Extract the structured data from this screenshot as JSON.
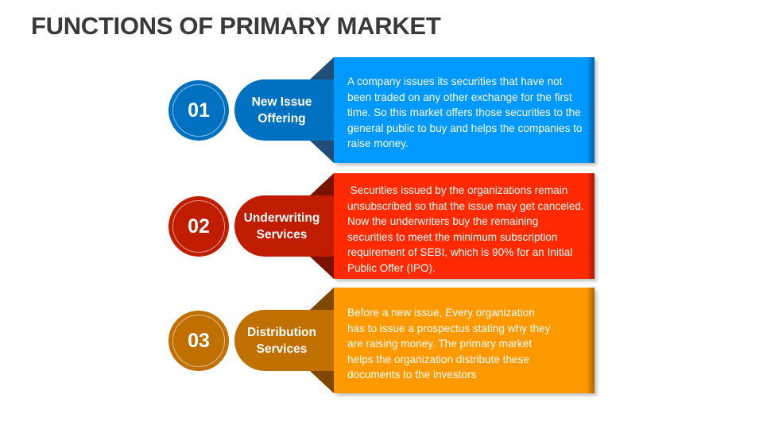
{
  "title": "FUNCTIONS OF PRIMARY MARKET",
  "items": [
    {
      "number": "01",
      "label_line1": "New Issue",
      "label_line2": "Offering",
      "description": "A company issues its securities that have not been traded on any other exchange for the first time. So this market offers those securities to the general public to buy and helps the companies to raise money.",
      "colors": {
        "box": "#0099ff",
        "pill": "#0070c0",
        "flap": "#1f4e79"
      }
    },
    {
      "number": "02",
      "label_line1": "Underwriting",
      "label_line2": "Services",
      "description": " Securities issued by the organizations remain unsubscribed so that the issue may get canceled. Now the underwriters buy the remaining securities to meet the minimum subscription requirement of SEBI, which is 90% for an Initial Public Offer (IPO).",
      "colors": {
        "box": "#ff2a00",
        "pill": "#c01c00",
        "flap": "#7a1200"
      }
    },
    {
      "number": "03",
      "label_line1": "Distribution",
      "label_line2": "Services",
      "description": "Before a new issue, Every organization has to issue a prospectus stating why they are raising money. The primary market helps the organization distribute these documents to the investors",
      "colors": {
        "box": "#ff9900",
        "pill": "#c07000",
        "flap": "#7f4800"
      }
    }
  ]
}
